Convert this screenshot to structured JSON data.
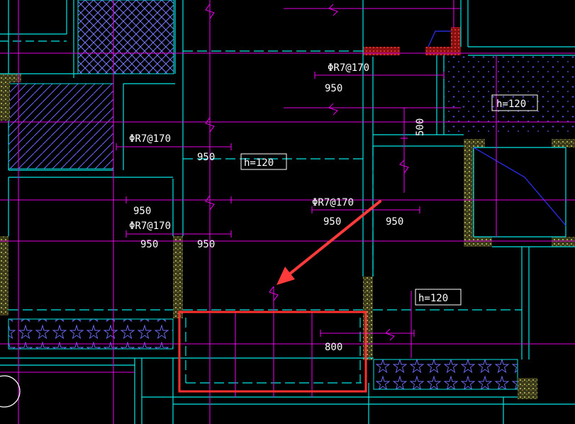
{
  "drawing": {
    "rebar_spec": "ΦR7@170",
    "labels": {
      "spec_a": "ΦR7@170",
      "spec_b": "ΦR7@170",
      "spec_c": "ΦR7@170",
      "spec_d": "ΦR7@170",
      "len_a": "950",
      "len_b": "950",
      "len_c": "950",
      "len_d": "950",
      "len_e": "950",
      "len_f": "950",
      "len_g": "950",
      "len_h": "800",
      "dim_vertical": "500"
    },
    "slab_thickness": {
      "top_right": "h=120",
      "center": "h=120",
      "lower_right": "h=120"
    }
  },
  "colors": {
    "background": "#000000",
    "wall_outline": "#00e5e5",
    "rebar": "#e000e0",
    "hatch_blue": "#8080ff",
    "wall_fill": "#c8c864",
    "red_hatch": "#cc2020",
    "highlight": "#ff3030",
    "text": "#ffffff"
  },
  "icons": {
    "annotation_arrow": "arrow-icon",
    "break_symbol": "break-line-icon"
  }
}
